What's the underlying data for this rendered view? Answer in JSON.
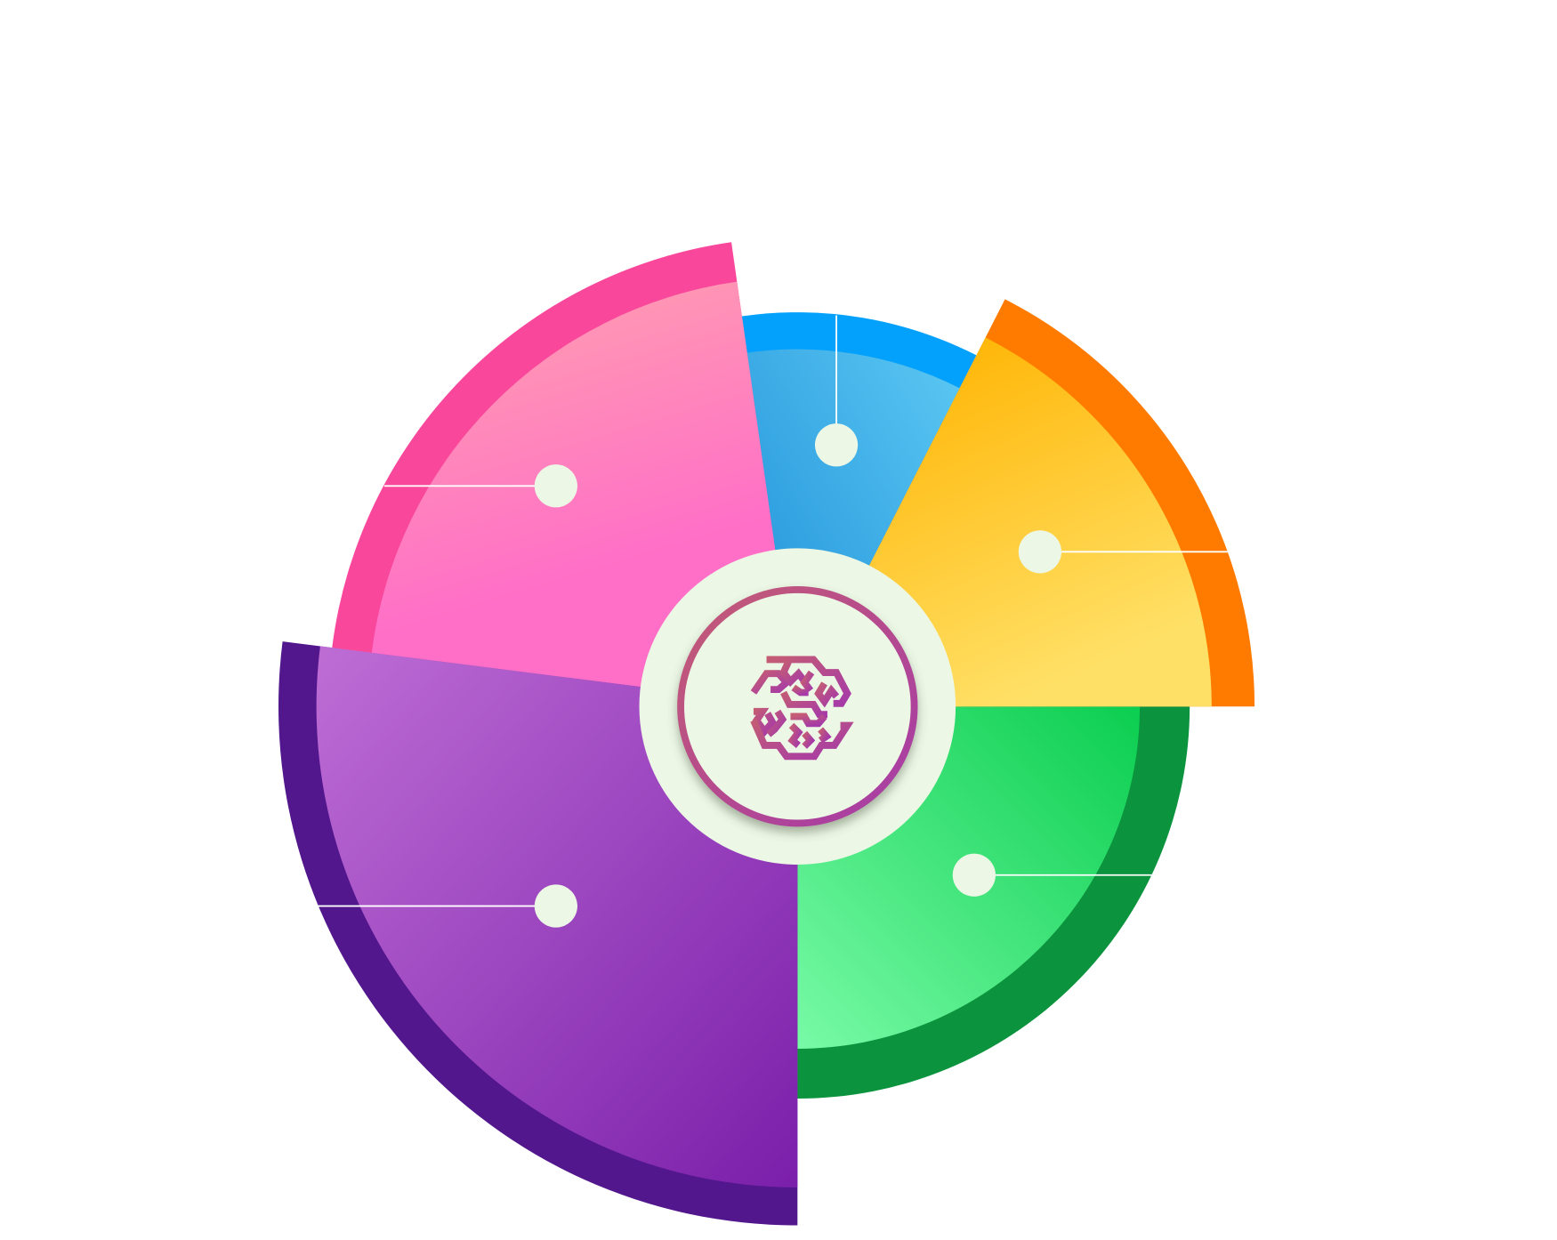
{
  "diagram": {
    "center_icon": "brain-icon",
    "center_fill": "#ECF7E6",
    "ring_colors": [
      "#C45C74",
      "#A63AA8"
    ],
    "segments": [
      {
        "id": "green",
        "outer": "#0C933E",
        "inner_from": "#0BCE50",
        "inner_to": "#78FAA6"
      },
      {
        "id": "purple",
        "outer": "#52168D",
        "inner_from": "#BE6DD5",
        "inner_to": "#7A1FAA"
      },
      {
        "id": "pink",
        "outer": "#F9479B",
        "inner_from": "#FF9EB0",
        "inner_to": "#FF6EC7"
      },
      {
        "id": "blue",
        "outer": "#04A1FC",
        "inner_from": "#5BC8F3",
        "inner_to": "#1E8FD8"
      },
      {
        "id": "yellow",
        "outer": "#FF7B00",
        "inner_from": "#FFB300",
        "inner_to": "#FFE066"
      }
    ]
  }
}
